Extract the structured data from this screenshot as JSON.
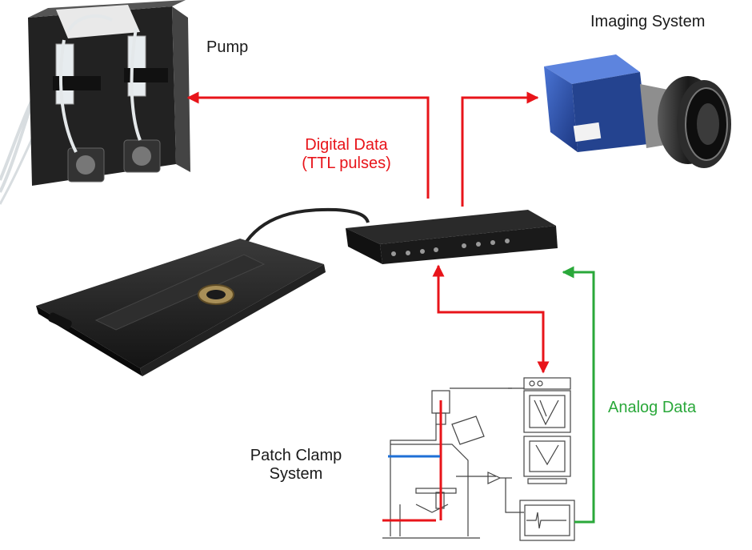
{
  "labels": {
    "pump": "Pump",
    "imaging_system": "Imaging System",
    "digital_data_line1": "Digital Data",
    "digital_data_line2": "(TTL pulses)",
    "analog_data": "Analog Data",
    "patch_clamp_line1": "Patch Clamp",
    "patch_clamp_line2": "System"
  },
  "colors": {
    "digital_arrow": "#e8141a",
    "analog_arrow": "#2aa83a",
    "camera_body": "#2b4ea8",
    "device_body": "#1e1e1e"
  },
  "icons": {
    "pump": "syringe-pump-icon",
    "camera": "camera-icon",
    "interface": "interface-box-icon",
    "stage": "microscope-stage-icon",
    "patch_clamp": "patch-clamp-rig-icon"
  }
}
